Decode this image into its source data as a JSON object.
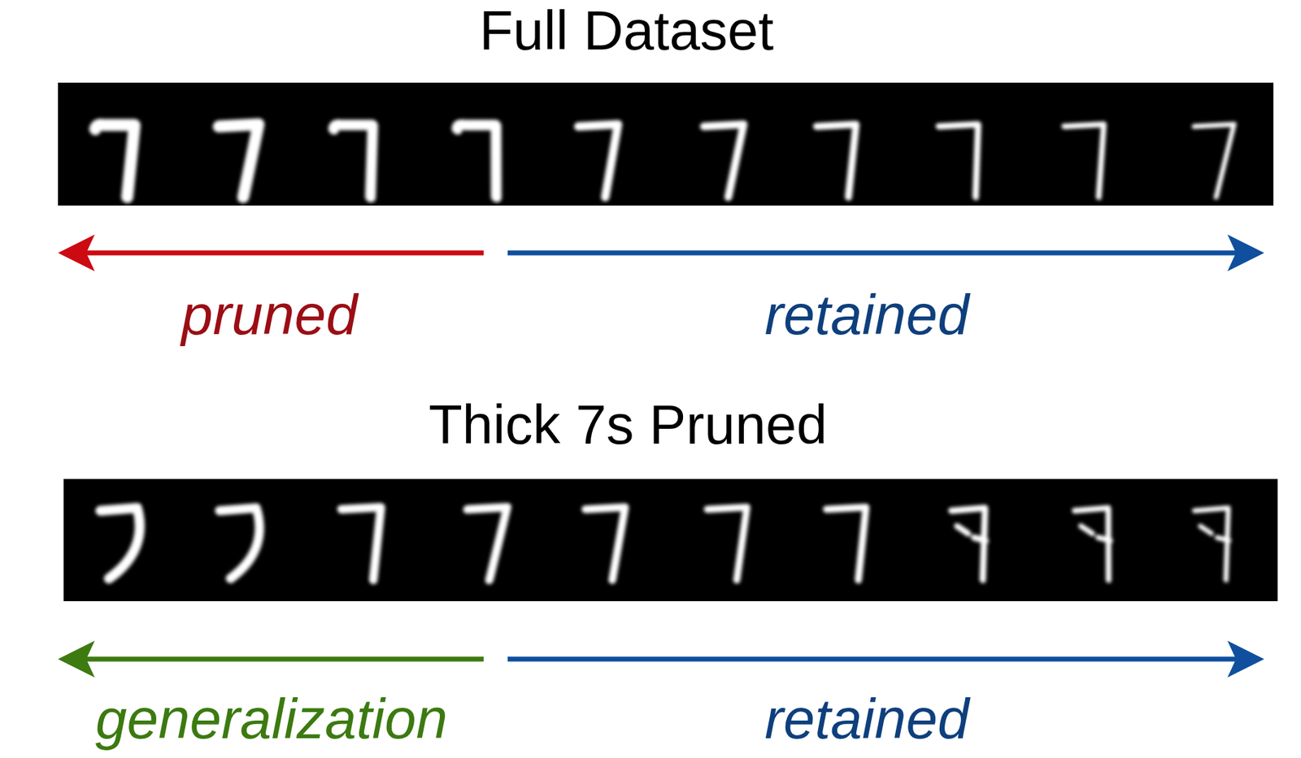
{
  "diagram": {
    "labels": [
      "Full Dataset",
      "pruned",
      "retained",
      "Thick 7s Pruned",
      "generalization",
      "retained"
    ]
  }
}
